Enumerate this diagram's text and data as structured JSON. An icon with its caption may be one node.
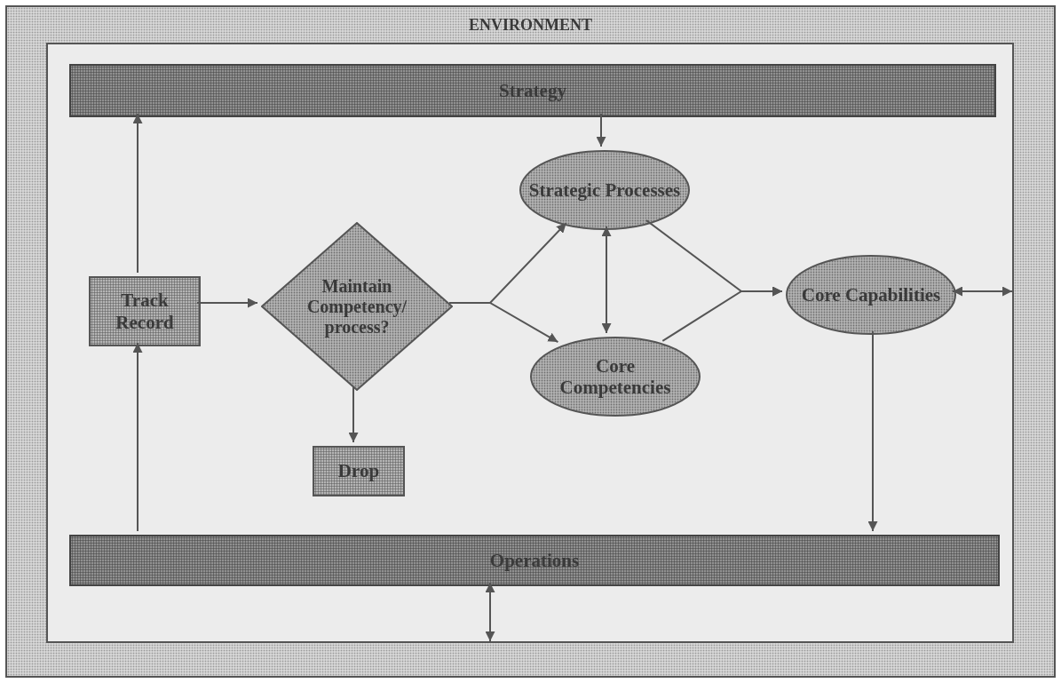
{
  "diagram": {
    "nodes": [
      {
        "text": [
          "ENVIRONMENT"
        ]
      },
      {
        "text": [],
        "shape": "box",
        "in": 0
      },
      {
        "text": [
          "Strategy"
        ],
        "in": 1
      },
      {
        "text": [
          "Track Record"
        ],
        "in": 1
      },
      {
        "text": [
          "Maintain Competency/ process?"
        ],
        "in": 1
      },
      {
        "text": [
          "Strategic Processes"
        ],
        "in": 1
      },
      {
        "text": [
          "Core Competencies"
        ],
        "in": 1
      },
      {
        "text": [
          "Core Capabilities"
        ],
        "in": 1
      },
      {
        "text": [
          "Drop"
        ],
        "in": 1
      },
      {
        "text": [
          "Operations"
        ],
        "in": 1
      }
    ],
    "edges": [
      {
        "from": 3,
        "to": 4,
        "arrow": "to"
      },
      {
        "from": 3,
        "to": 2,
        "arrow": "to"
      },
      {
        "from": 9,
        "to": 3,
        "arrow": "to"
      },
      {
        "from": 2,
        "to": 5,
        "arrow": "to"
      },
      {
        "from": 4,
        "to": 5,
        "arrow": "to"
      },
      {
        "from": 4,
        "to": 6,
        "arrow": "to"
      },
      {
        "from": 5,
        "to": 6,
        "arrow": "both"
      },
      {
        "from": 5,
        "to": 7,
        "arrow": "to"
      },
      {
        "from": 6,
        "to": 7,
        "arrow": "to"
      },
      {
        "from": 7,
        "to": 1,
        "arrow": "both"
      },
      {
        "from": 4,
        "to": 8,
        "arrow": "to"
      },
      {
        "from": 7,
        "to": 9,
        "arrow": "to"
      },
      {
        "from": 9,
        "to": 1,
        "arrow": "both"
      }
    ]
  }
}
